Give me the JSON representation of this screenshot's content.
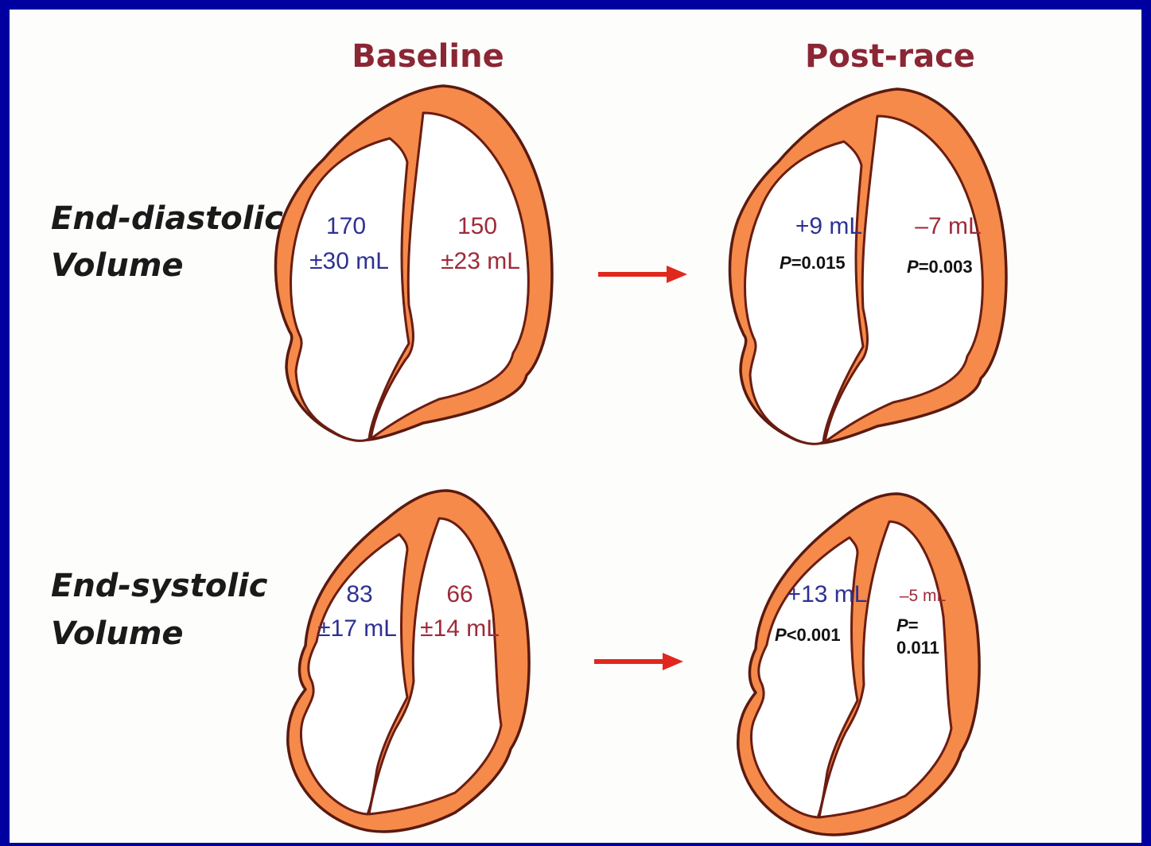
{
  "columns": {
    "baseline": "Baseline",
    "post_race": "Post-race"
  },
  "rows": [
    {
      "label_line1": "End-diastolic",
      "label_line2": "Volume",
      "baseline": {
        "left_value": "170",
        "left_sd": "±30 mL",
        "right_value": "150",
        "right_sd": "±23 mL"
      },
      "post_race": {
        "left_change": "+9 mL",
        "left_p_letter": "P",
        "left_p_rest": "=0.015",
        "right_change": "–7 mL",
        "right_p_letter": "P",
        "right_p_rest": "=0.003"
      }
    },
    {
      "label_line1": "End-systolic",
      "label_line2": "Volume",
      "baseline": {
        "left_value": "83",
        "left_sd": "±17 mL",
        "right_value": "66",
        "right_sd": "±14 mL"
      },
      "post_race": {
        "left_change": "+13 mL",
        "left_p_letter": "P",
        "left_p_rest": "<0.001",
        "right_change": "–5 mL",
        "right_p_letter": "P",
        "right_p_rest": "=",
        "right_p_value_line2": "0.011"
      }
    }
  ],
  "colors": {
    "frame_border": "#0000a0",
    "title_color": "#8b2635",
    "left_chamber_text": "#2e3192",
    "right_chamber_text": "#9e2a3a",
    "myocardium": "#f58a4a",
    "arrow": "#e0281e"
  }
}
